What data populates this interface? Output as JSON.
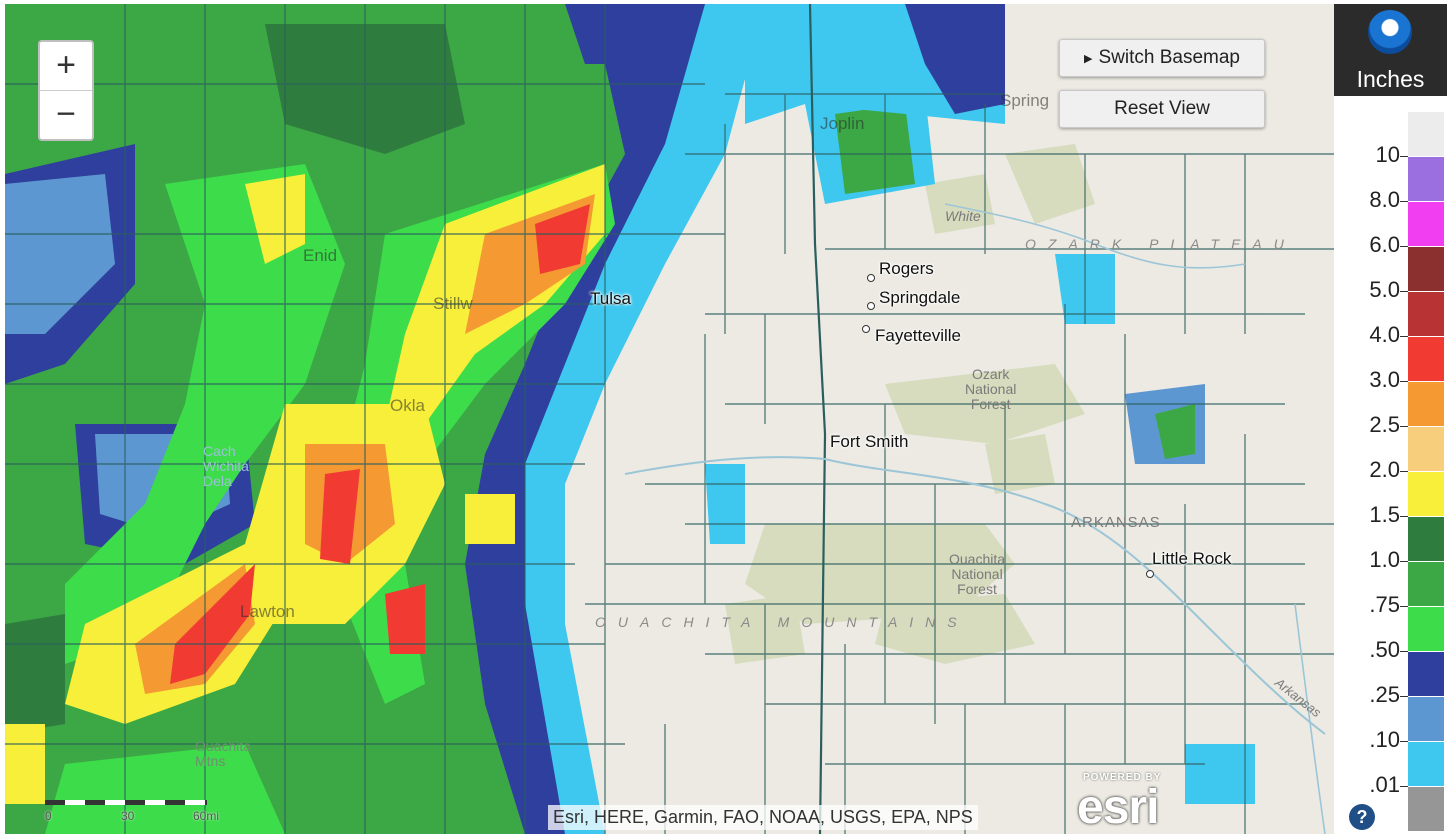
{
  "map": {
    "zoom_in_label": "+",
    "zoom_out_label": "−",
    "switch_basemap_label": "Switch Basemap",
    "reset_view_label": "Reset View",
    "attribution": "Esri, HERE, Garmin, FAO, NOAA, USGS, EPA, NPS",
    "esri_powered_by": "POWERED BY",
    "esri_logo": "esri",
    "scale_label_left": "0",
    "scale_label_mid": "30",
    "scale_label_right": "60mi",
    "labels": {
      "rogers": "Rogers",
      "springdale": "Springdale",
      "fayetteville": "Fayetteville",
      "fort_smith": "Fort Smith",
      "little_rock": "Little Rock",
      "tulsa": "Tulsa",
      "joplin": "Joplin",
      "springfield": "Spring",
      "enid": "Enid",
      "stillwater": "Stillw",
      "oklahoma": "Okla",
      "lawton": "Lawton",
      "ozark_forest": "Ozark\nNational\nForest",
      "ouachita_forest": "Ouachita\nNational\nForest",
      "ozark_plateau": "OZARK PLATEAU",
      "ouachita_mountains": "OUACHITA MOUNTAINS",
      "arkansas_state": "ARKANSAS",
      "white_river": "White",
      "arkansas_river": "Arkansas",
      "wichita": "Cach\nWichita\nDela",
      "ouachita_small": "Ouachita\nMtns"
    }
  },
  "legend": {
    "unit": "Inches",
    "icon": "noaa-logo-icon",
    "help": "?",
    "stops": [
      {
        "label": "10",
        "color": "#ececec"
      },
      {
        "label": "8.0",
        "color": "#9b6fe0"
      },
      {
        "label": "6.0",
        "color": "#f03ef0"
      },
      {
        "label": "5.0",
        "color": "#8b2f2f"
      },
      {
        "label": "4.0",
        "color": "#b83434"
      },
      {
        "label": "3.0",
        "color": "#f03a32"
      },
      {
        "label": "2.5",
        "color": "#f59a33"
      },
      {
        "label": "2.0",
        "color": "#f7cf7c"
      },
      {
        "label": "1.5",
        "color": "#f7ef3a"
      },
      {
        "label": "1.0",
        "color": "#2f7d3e"
      },
      {
        "label": ".75",
        "color": "#3ca845"
      },
      {
        "label": ".50",
        "color": "#3ddc4a"
      },
      {
        "label": ".25",
        "color": "#2f3f9e"
      },
      {
        "label": ".10",
        "color": "#5d97d2"
      },
      {
        "label": ".01",
        "color": "#3fc8ef"
      },
      {
        "label": "",
        "color": "#969696"
      }
    ]
  }
}
